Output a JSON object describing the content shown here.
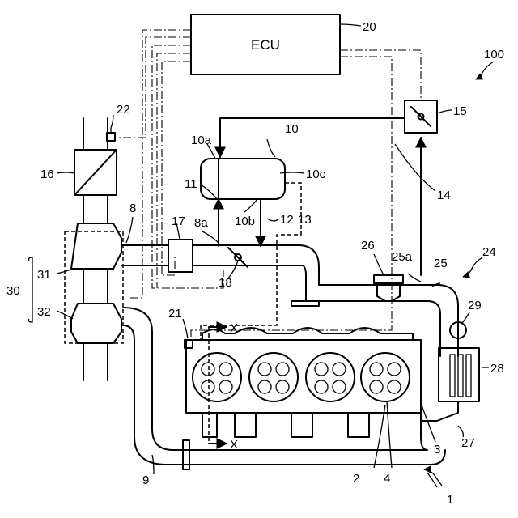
{
  "labels": {
    "ecu": "ECU",
    "l100": "100",
    "l20": "20",
    "l15": "15",
    "l10": "10",
    "l10a": "10a",
    "l10c": "10c",
    "l11": "11",
    "l10b": "10b",
    "l12": "12",
    "l13": "13",
    "l14": "14",
    "l22": "22",
    "l16": "16",
    "l8": "8",
    "l17": "17",
    "l8a": "8a",
    "l18": "18",
    "l26": "26",
    "l25a": "25a",
    "l25": "25",
    "l24": "24",
    "l30": "30",
    "l31": "31",
    "l32": "32",
    "l21": "21",
    "l29": "29",
    "l28": "28",
    "l27": "27",
    "l9": "9",
    "l2": "2",
    "l4": "4",
    "l3": "3",
    "l1": "1",
    "x_top": "X",
    "x_bottom": "X"
  }
}
